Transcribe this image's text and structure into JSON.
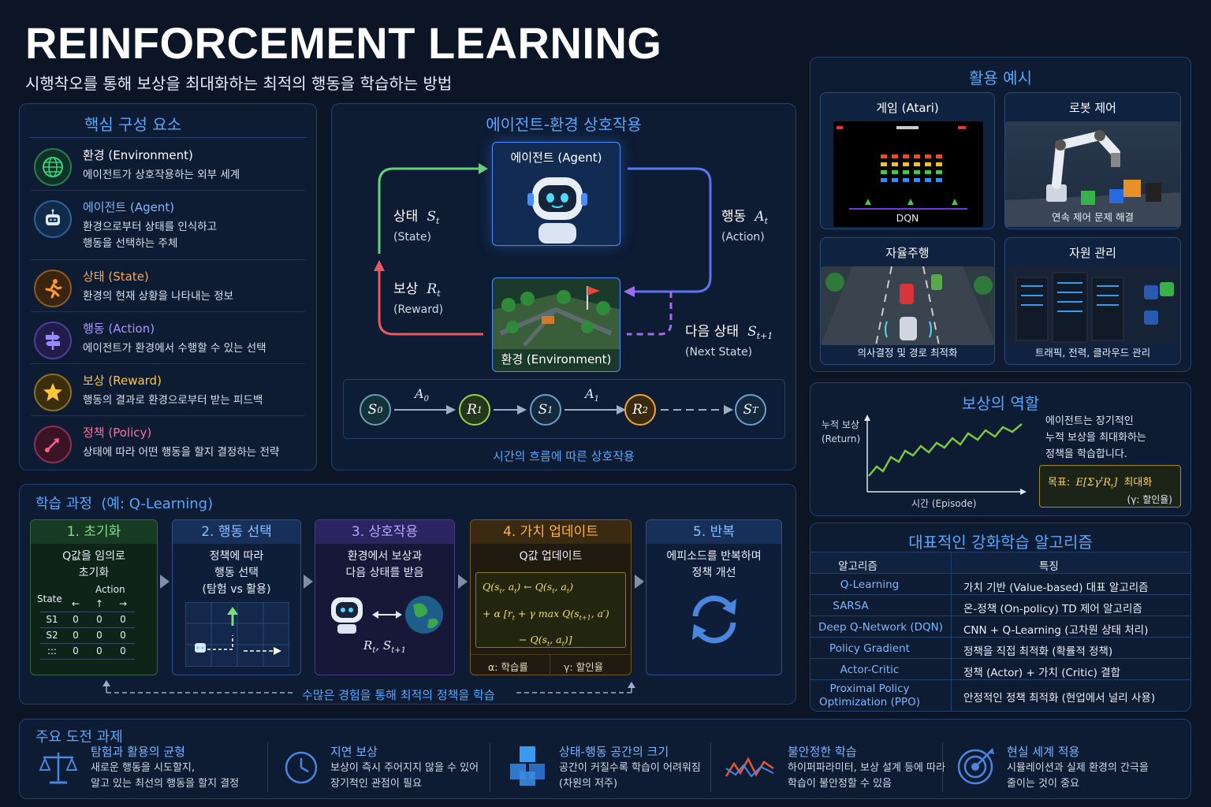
{
  "header": {
    "title": "REINFORCEMENT LEARNING",
    "subtitle": "시행착오를 통해 보상을 최대화하는 최적의 행동을 학습하는 방법"
  },
  "core": {
    "title": "핵심 구성 요소",
    "items": [
      {
        "title": "환경 (Environment)",
        "desc": "에이전트가 상호작용하는 외부 세계",
        "desc2": "",
        "icon": "globe-icon",
        "color": "#3ad07a"
      },
      {
        "title": "에이전트 (Agent)",
        "desc": "환경으로부터 상태를 인식하고",
        "desc2": "행동을 선택하는 주체",
        "icon": "robot-icon",
        "color": "#5aa9ff"
      },
      {
        "title": "상태 (State)",
        "desc": "환경의 현재 상황을 나타내는 정보",
        "desc2": "",
        "icon": "runner-icon",
        "color": "#ff9a2e"
      },
      {
        "title": "행동 (Action)",
        "desc": "에이전트가 환경에서 수행할 수 있는 선택",
        "desc2": "",
        "icon": "signpost-icon",
        "color": "#8f7cff"
      },
      {
        "title": "보상 (Reward)",
        "desc": "행동의 결과로 환경으로부터 받는 피드백",
        "desc2": "",
        "icon": "star-icon",
        "color": "#ffc83a"
      },
      {
        "title": "정책 (Policy)",
        "desc": "상태에 따라 어떤 행동을 할지 결정하는 전략",
        "desc2": "",
        "icon": "policy-icon",
        "color": "#ff5d8f"
      }
    ]
  },
  "interaction": {
    "title": "에이전트-환경 상호작용",
    "agent": "에이전트 (Agent)",
    "environment": "환경 (Environment)",
    "state_ko": "상태",
    "state_sym": "S",
    "state_sub": "t",
    "state_en": "(State)",
    "reward_ko": "보상",
    "reward_sym": "R",
    "reward_sub": "t",
    "reward_en": "(Reward)",
    "action_ko": "행동",
    "action_sym": "A",
    "action_sub": "t",
    "action_en": "(Action)",
    "next_ko": "다음 상태",
    "next_sym": "S",
    "next_sub": "t+1",
    "next_en": "(Next State)",
    "timeline": {
      "nodes": [
        "S0",
        "R1",
        "S1",
        "R2",
        "ST"
      ],
      "actions": [
        "A0",
        "A1"
      ]
    },
    "caption": "시간의 흐름에 따른 상호작용"
  },
  "examples": {
    "title": "활용 예시",
    "items": [
      {
        "title": "게임 (Atari)",
        "caption": "DQN"
      },
      {
        "title": "로봇 제어",
        "caption": "연속 제어 문제 해결"
      },
      {
        "title": "자율주행",
        "caption": "의사결정 및 경로 최적화"
      },
      {
        "title": "자원 관리",
        "caption": "트래픽, 전력, 클라우드 관리"
      }
    ]
  },
  "reward_role": {
    "title": "보상의 역할",
    "ylabel1": "누적 보상",
    "ylabel2": "(Return)",
    "xlabel": "시간 (Episode)",
    "desc": [
      "에이전트는 장기적인",
      "누적 보상을 최대화하는",
      "정책을 학습합니다."
    ],
    "goal_label": "목표:",
    "goal_max": "최대화",
    "gamma_note": "(γ: 할인율)"
  },
  "process": {
    "title": "학습 과정  (예: Q-Learning)",
    "steps": [
      {
        "title": "1. 초기화",
        "desc": [
          "Q값을 임의로",
          "초기화"
        ],
        "color": "#3fae5a"
      },
      {
        "title": "2. 행동 선택",
        "desc": [
          "정책에 따라",
          "행동 선택",
          "(탐험 vs 활용)"
        ],
        "color": "#4a86e0"
      },
      {
        "title": "3. 상호작용",
        "desc": [
          "환경에서 보상과",
          "다음 상태를 받음"
        ],
        "color": "#8a6ae8"
      },
      {
        "title": "4. 가치 업데이트",
        "desc": [
          "Q값 업데이트"
        ],
        "color": "#f2a23a"
      },
      {
        "title": "5. 반복",
        "desc": [
          "에피소드를 반복하며",
          "정책 개선"
        ],
        "color": "#4a86e0"
      }
    ],
    "qtable": {
      "state": "State",
      "action": "Action",
      "arrows": [
        "←",
        "↑",
        "→"
      ],
      "rows": [
        "S1",
        "S2",
        ":::"
      ],
      "values": [
        [
          "0",
          "0",
          "0"
        ],
        [
          "0",
          "0",
          "0"
        ],
        [
          "0",
          "0",
          "0"
        ]
      ]
    },
    "interaction_label": "R_t, S_{t+1}",
    "alpha_note": "α: 학습률",
    "gamma_note": "γ: 할인율",
    "loop_caption": "수많은 경험을 통해 최적의 정책을 학습"
  },
  "algorithms": {
    "title": "대표적인 강화학습 알고리즘",
    "col1": "알고리즘",
    "col2": "특징",
    "rows": [
      {
        "name": "Q-Learning",
        "feature": "가치 기반 (Value-based) 대표 알고리즘"
      },
      {
        "name": "SARSA",
        "feature": "온-정책 (On-policy) TD 제어 알고리즘"
      },
      {
        "name": "Deep Q-Network (DQN)",
        "feature": "CNN + Q-Learning (고차원 상태 처리)"
      },
      {
        "name": "Policy Gradient",
        "feature": "정책을 직접 최적화 (확률적 정책)"
      },
      {
        "name": "Actor-Critic",
        "feature": "정책 (Actor) + 가치 (Critic) 결합"
      },
      {
        "name": "Proximal Policy",
        "name2": "Optimization (PPO)",
        "feature": "안정적인 정책 최적화 (현업에서 널리 사용)"
      }
    ]
  },
  "challenges": {
    "title": "주요 도전 과제",
    "items": [
      {
        "title": "탐험과 활용의 균형",
        "d1": "새로운 행동을 시도할지,",
        "d2": "알고 있는 최선의 행동을 할지 결정",
        "icon": "scale-icon"
      },
      {
        "title": "지연 보상",
        "d1": "보상이 즉시 주어지지 않을 수 있어",
        "d2": "장기적인 관점이 필요",
        "icon": "clock-icon"
      },
      {
        "title": "상태-행동 공간의 크기",
        "d1": "공간이 커질수록 학습이 어려워짐",
        "d2": "(차원의 저주)",
        "icon": "cubes-icon"
      },
      {
        "title": "불안정한 학습",
        "d1": "하이퍼파라미터, 보상 설계 등에 따라",
        "d2": "학습이 불안정할 수 있음",
        "icon": "unstable-chart-icon"
      },
      {
        "title": "현실 세계 적용",
        "d1": "시뮬레이션과 실제 환경의 간극을",
        "d2": "줄이는 것이 중요",
        "icon": "target-icon"
      }
    ]
  }
}
